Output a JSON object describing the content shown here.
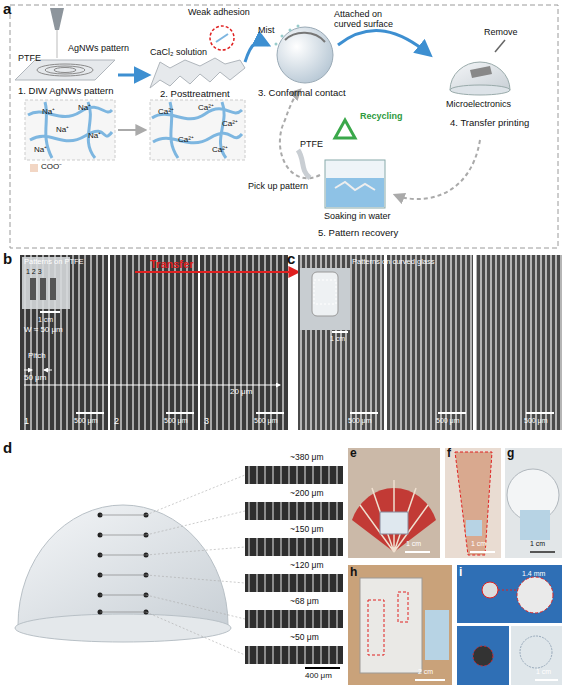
{
  "diagram": {
    "labels": [
      "a",
      "AgNWs pattern",
      "PTFE",
      "1. DIW AgNWs pattern",
      "Na⁺",
      "Na⁺",
      "Na⁺",
      "Na⁺",
      "Na⁺",
      "COO⁻",
      "Weak adhesion",
      "CaCl₂ solution",
      "2. Posttreatment",
      "Ca²⁺",
      "Ca²⁺",
      "Ca²⁺",
      "Ca²⁺",
      "Ca²⁺",
      "Mist",
      "Attached on curved surface",
      "3. Conformal contact",
      "Remove",
      "Microelectronics",
      "4. Transfer printing",
      "Recycling",
      "PTFE",
      "Pick up pattern",
      "Soaking in water",
      "5. Pattern recovery",
      "b",
      "Patterns on PTFE",
      "1 2 3",
      "1 cm",
      "Transfer",
      "W ≈ 50 μm",
      "Pitch",
      "50 μm",
      "20 μm",
      "1",
      "2",
      "3",
      "500 μm",
      "500 μm",
      "500 μm",
      "c",
      "Patterns on curved glass",
      "1 cm",
      "500 μm",
      "500 μm",
      "500 μm",
      "d",
      "~380 μm",
      "~200 μm",
      "~150 μm",
      "~120 μm",
      "~68 μm",
      "~50 μm",
      "400 μm",
      "e",
      "1 cm",
      "f",
      "1 cm",
      "g",
      "1 cm",
      "h",
      "2 cm",
      "i",
      "1.4 mm",
      "1 cm"
    ]
  }
}
